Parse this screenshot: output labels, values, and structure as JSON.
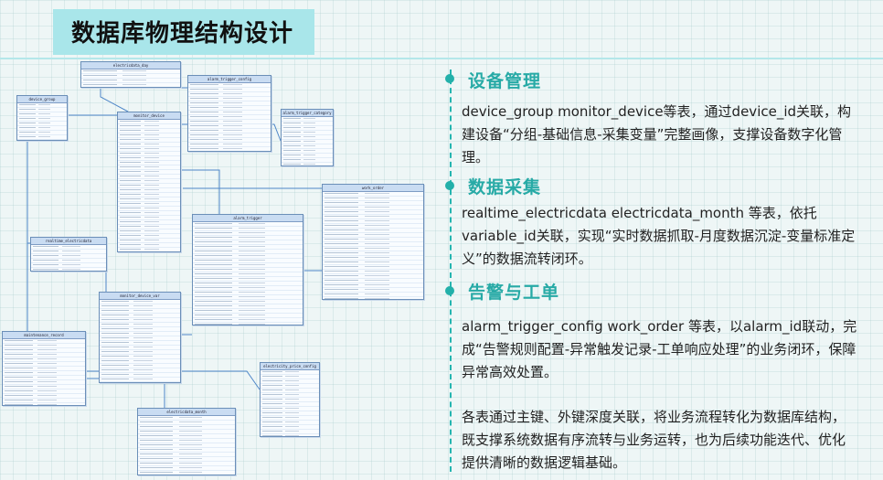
{
  "page": {
    "title": "数据库物理结构设计"
  },
  "sections": [
    {
      "title": "设备管理",
      "text": "device_group monitor_device等表，通过device_id关联，构建设备“分组-基础信息-采集变量”完整画像，支撑设备数字化管理。"
    },
    {
      "title": "数据采集",
      "text": "realtime_electricdata electricdata_month 等表，依托variable_id关联，实现“实时数据抓取-月度数据沉淀-变量标准定义”的数据流转闭环。"
    },
    {
      "title": "告警与工单",
      "text": "alarm_trigger_config work_order 等表，以alarm_id联动，完成“告警规则配置-异常触发记录-工单响应处理”的业务闭环，保障异常高效处置。"
    }
  ],
  "summary": "各表通过主键、外键深度关联，将业务流程转化为数据库结构，既支撑系统数据有序流转与业务运转，也为后续功能迭代、优化提供清晰的数据逻辑基础。",
  "diagram": {
    "tables": [
      {
        "key": "electricdata_day",
        "label": "electricdata_day"
      },
      {
        "key": "alarm_trigger_config",
        "label": "alarm_trigger_config"
      },
      {
        "key": "device_group",
        "label": "device_group"
      },
      {
        "key": "monitor_device",
        "label": "monitor_device"
      },
      {
        "key": "alarm_trigger_category",
        "label": "alarm_trigger_category"
      },
      {
        "key": "work_order",
        "label": "work_order"
      },
      {
        "key": "realtime_electricdata",
        "label": "realtime_electricdata"
      },
      {
        "key": "alarm_trigger",
        "label": "alarm_trigger"
      },
      {
        "key": "monitor_device_var",
        "label": "monitor_device_var"
      },
      {
        "key": "maintenance_record",
        "label": "maintenance_record"
      },
      {
        "key": "electricity_price_config",
        "label": "electricity_price_config"
      },
      {
        "key": "electricdata_month",
        "label": "electricdata_month"
      }
    ]
  },
  "colors": {
    "accent": "#27aaa6",
    "title_bar": "#a9e6ea"
  }
}
